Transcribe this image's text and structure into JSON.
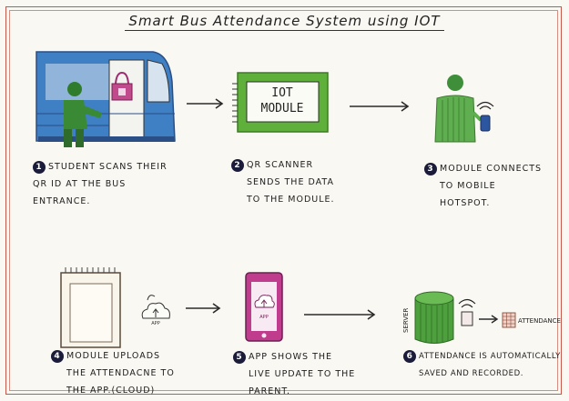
{
  "title": "Smart Bus Attendance System using IOT",
  "iot_module_label_line1": "IOT",
  "iot_module_label_line2": "MODULE",
  "app_icon_label": "APP",
  "phone_app_label": "APP",
  "server_label": "SERVER",
  "attendance_label": "ATTENDANCE",
  "steps": [
    {
      "number": "1",
      "text": [
        "STUDENT SCANS THEIR",
        "QR ID AT THE BUS",
        "ENTRANCE."
      ]
    },
    {
      "number": "2",
      "text": [
        "QR SCANNER",
        "SENDS THE DATA",
        "TO THE MODULE."
      ]
    },
    {
      "number": "3",
      "text": [
        "MODULE CONNECTS",
        "TO MOBILE",
        "HOTSPOT."
      ]
    },
    {
      "number": "4",
      "text": [
        "MODULE UPLOADS",
        "THE ATTENDACNE TO",
        "THE APP.(CLOUD)"
      ]
    },
    {
      "number": "5",
      "text": [
        "APP SHOWS THE",
        "LIVE UPDATE TO THE",
        "PARENT."
      ]
    },
    {
      "number": "6",
      "text": [
        "ATTENDANCE IS AUTOMATICALLY",
        "SAVED AND RECORDED."
      ]
    }
  ]
}
